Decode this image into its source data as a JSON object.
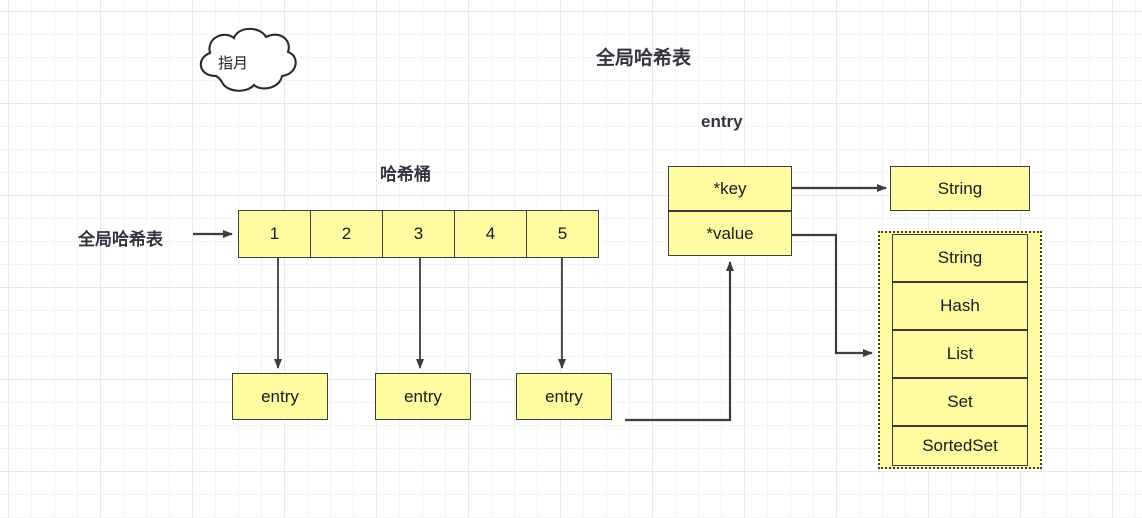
{
  "diagram": {
    "title": "全局哈希表",
    "cloud_note": "指月",
    "left_label": "全局哈希表",
    "bucket_label": "哈希桶",
    "entry_label": "entry",
    "bucket_cells": [
      "1",
      "2",
      "3",
      "4",
      "5"
    ],
    "entry_nodes": [
      "entry",
      "entry",
      "entry"
    ],
    "entry_fields": [
      "*key",
      "*value"
    ],
    "key_target": "String",
    "value_types": [
      "String",
      "Hash",
      "List",
      "Set",
      "SortedSet"
    ],
    "colors": {
      "node_fill": "#fffba0",
      "node_stroke": "#3d3d3d",
      "label_text": "#33343f",
      "node_text": "#1b1b1b",
      "grid_minor": "#f4f4f4",
      "grid_major": "#e8e8e8",
      "background": "#ffffff"
    }
  }
}
